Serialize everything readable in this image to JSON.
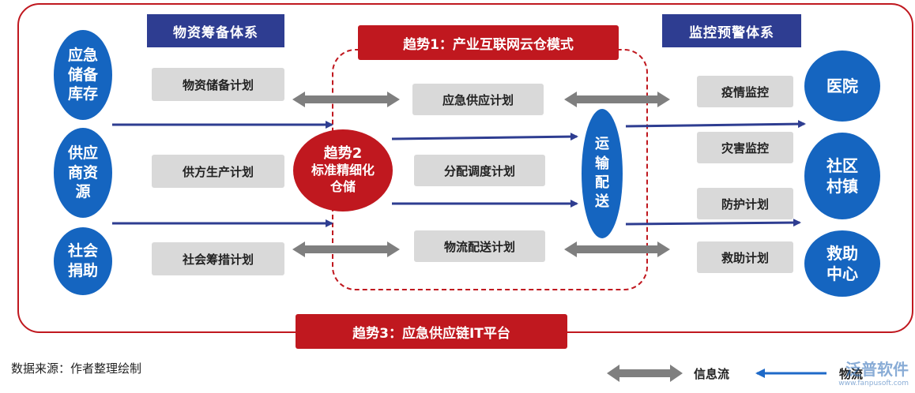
{
  "headers": {
    "material_system": "物资筹备体系",
    "monitor_system": "监控预警体系",
    "trend1": "趋势1：产业互联网云仓模式",
    "trend3": "趋势3：应急供应链IT平台"
  },
  "sources": {
    "reserve": "应急储备库存",
    "supplier": "供应商资源",
    "donation": "社会捐助"
  },
  "plans_left": {
    "reserve_plan": "物资储备计划",
    "supply_plan": "供方生产计划",
    "raise_plan": "社会筹措计划"
  },
  "center": {
    "trend2_title": "趋势2",
    "trend2_body": "标准精细化仓储",
    "emergency_plan": "应急供应计划",
    "dispatch_plan": "分配调度计划",
    "logistics_plan": "物流配送计划",
    "transport": "运输配送"
  },
  "monitor": {
    "epidemic": "疫情监控",
    "disaster": "灾害监控",
    "protection": "防护计划",
    "rescue": "救助计划"
  },
  "targets": {
    "hospital": "医院",
    "community": "社区村镇",
    "rescue_center": "救助中心"
  },
  "footer": {
    "source_note": "数据来源：作者整理绘制",
    "legend_info": "信息流",
    "legend_logistics": "物流"
  },
  "watermark": {
    "name": "泛普软件",
    "url": "www.fanpusoft.com"
  },
  "colors": {
    "red": "#c0181f",
    "navy": "#2e3d91",
    "blue": "#1565c0",
    "gray": "#d9d9d9",
    "arrow_gray": "#7f7f7f"
  }
}
